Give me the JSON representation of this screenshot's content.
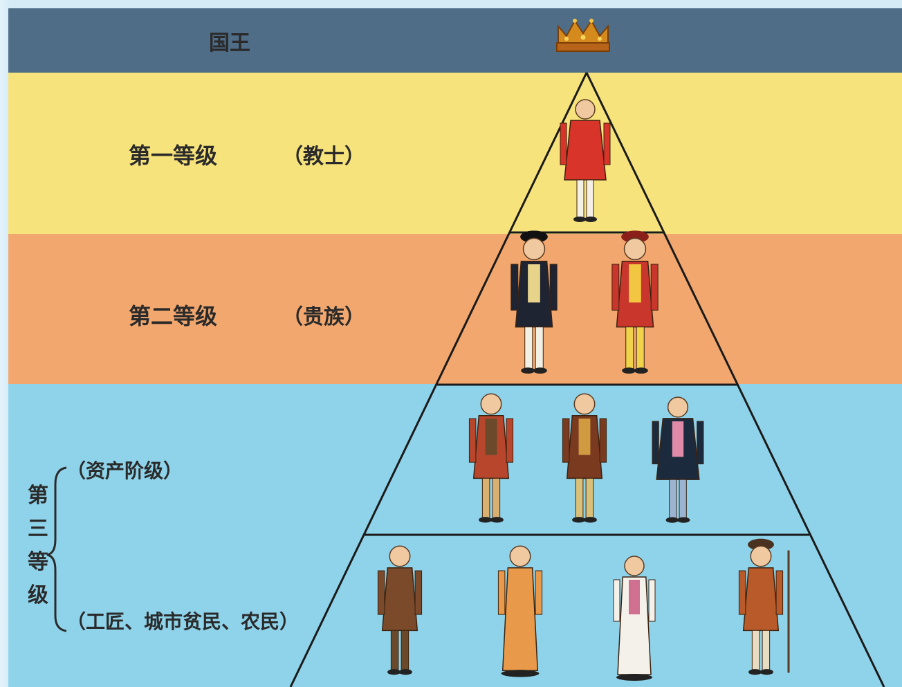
{
  "king_label": "国王",
  "crown_icon": "crown-icon",
  "first_estate": {
    "label": "第一等级",
    "group": "（教士）"
  },
  "second_estate": {
    "label": "第二等级",
    "group": "（贵族）"
  },
  "third_estate": {
    "label_chars": [
      "第",
      "三",
      "等",
      "级"
    ],
    "bourgeoisie": "（资产阶级）",
    "commoners": "（工匠、城市贫民、农民）"
  },
  "colors": {
    "king_band": "#4f6d87",
    "first_band": "#f7e37c",
    "second_band": "#f2a76e",
    "third_band": "#8fd3ea",
    "pyramid_line": "#1a1a1a"
  },
  "figures": {
    "clergy": 1,
    "nobles": 2,
    "bourgeoisie": 3,
    "commoners": 4
  }
}
